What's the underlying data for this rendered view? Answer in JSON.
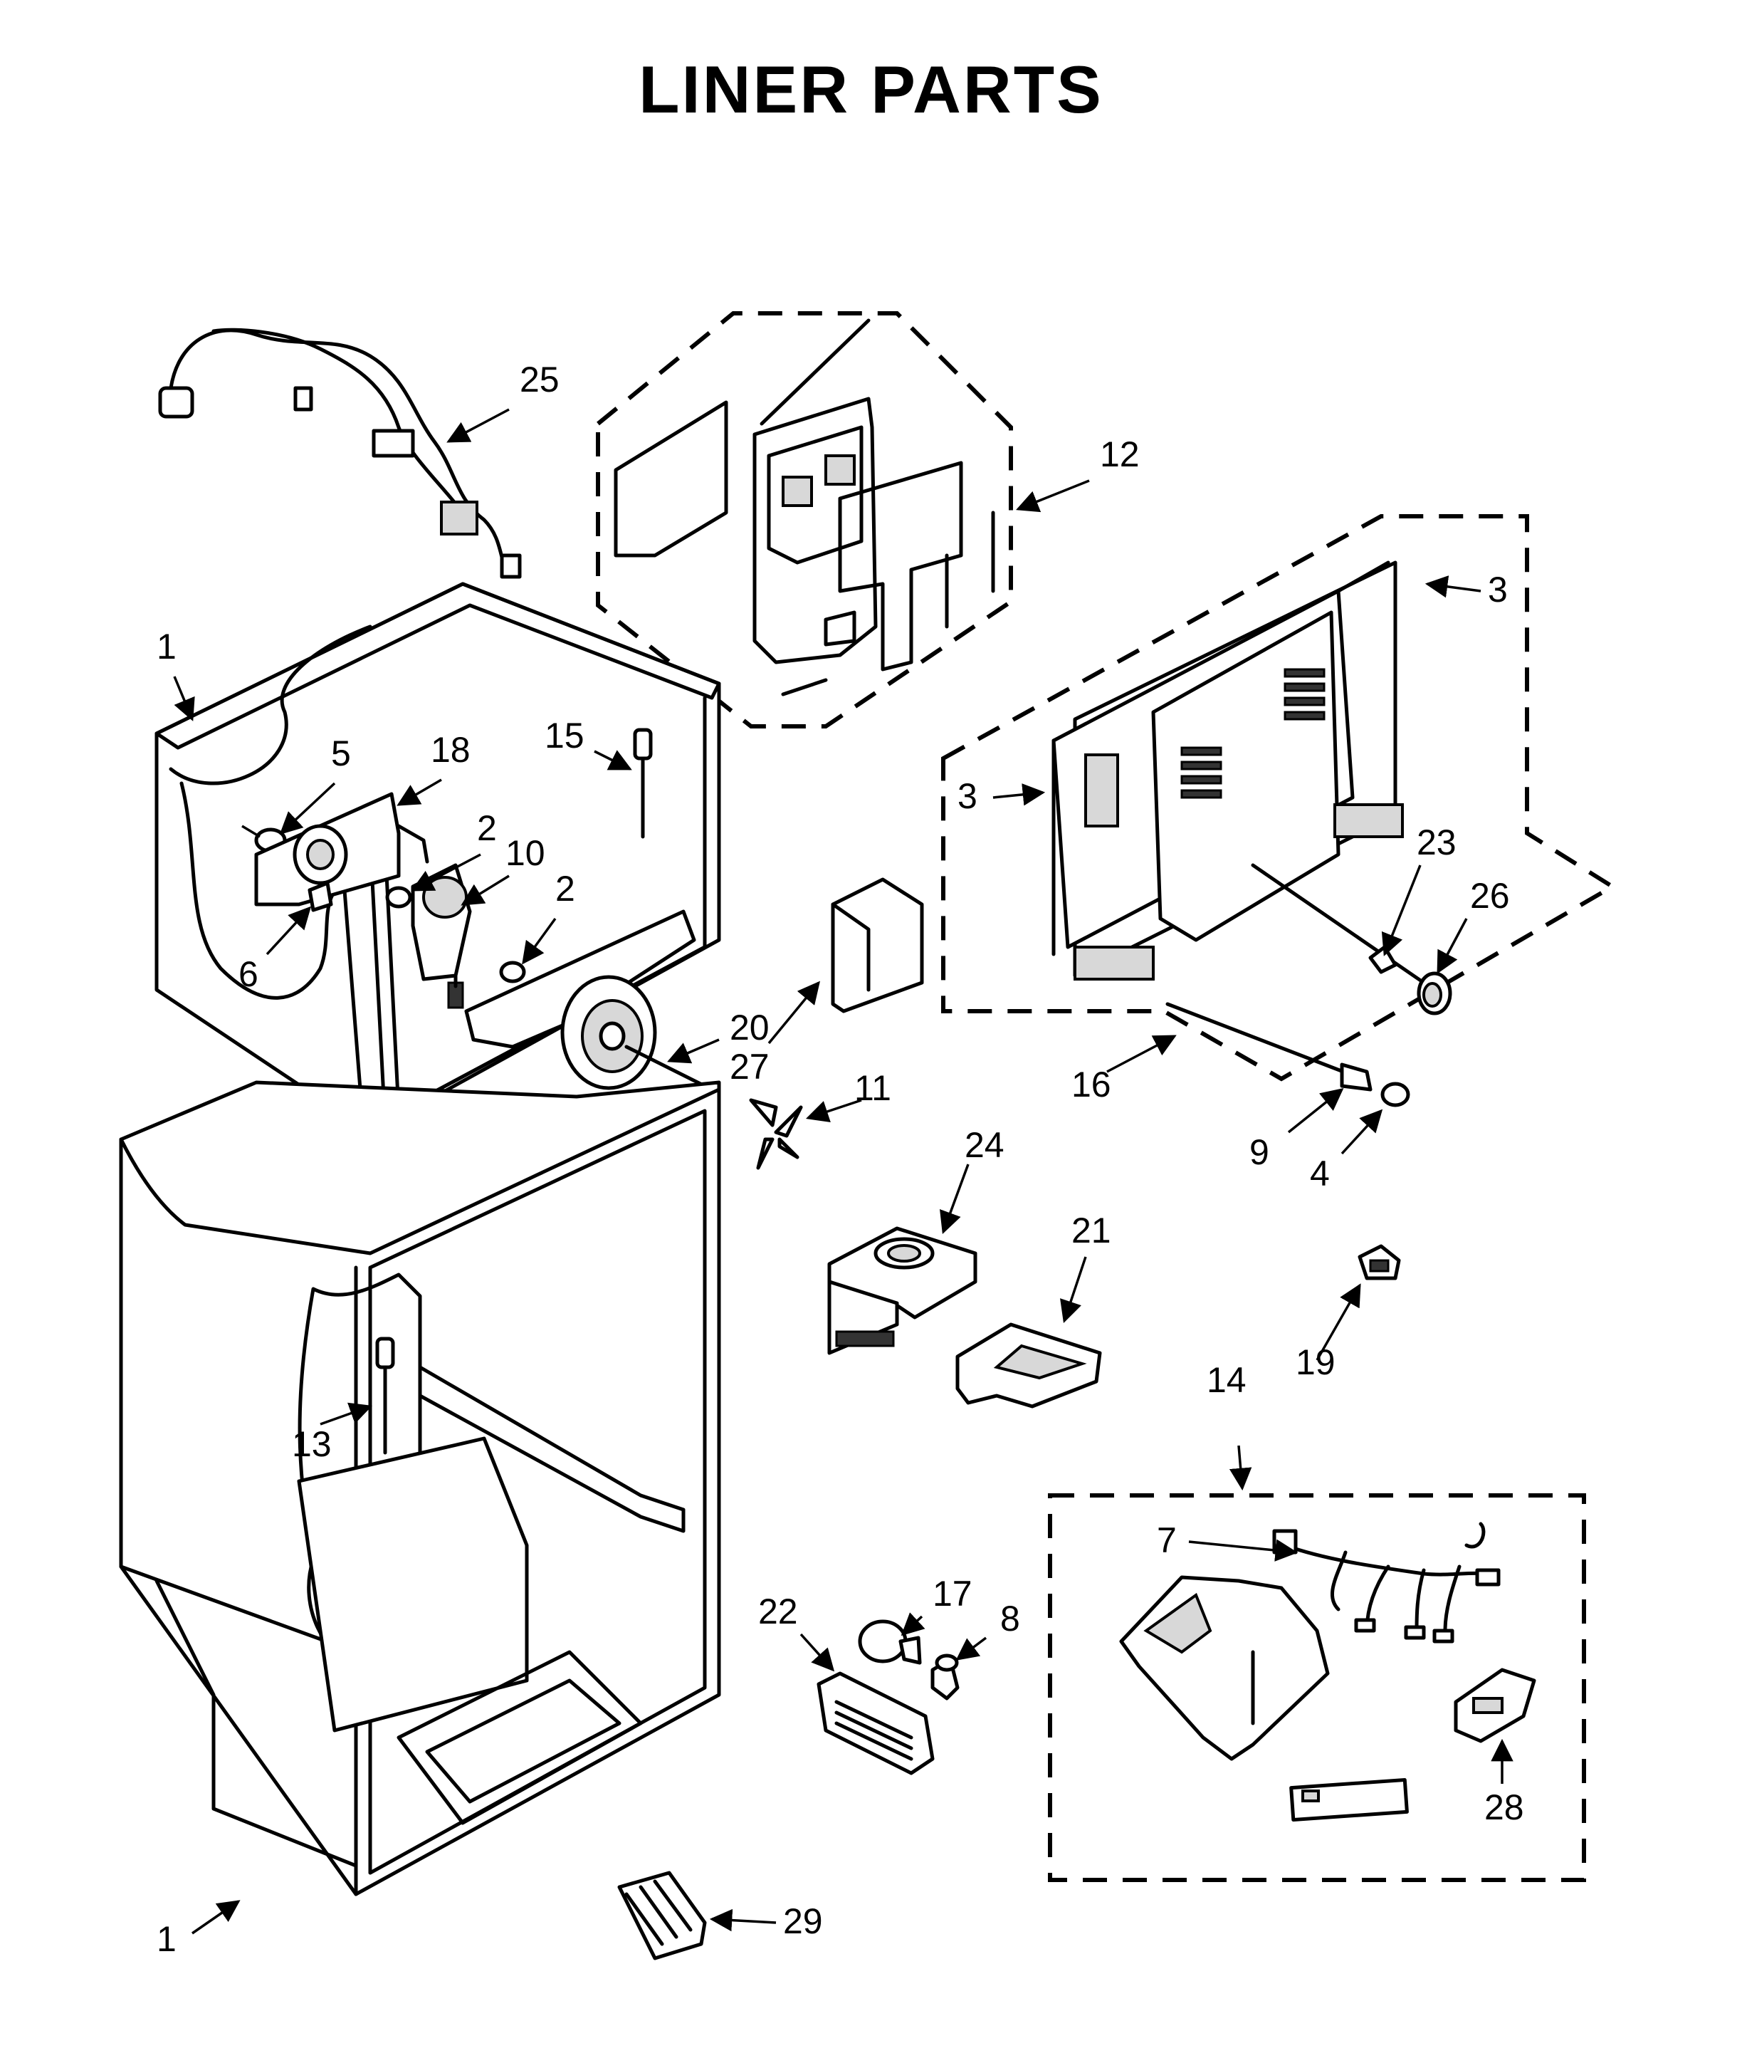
{
  "title": "LINER PARTS",
  "callouts": {
    "c1a": "1",
    "c1b": "1",
    "c2a": "2",
    "c2b": "2",
    "c3a": "3",
    "c3b": "3",
    "c4": "4",
    "c5": "5",
    "c6": "6",
    "c7": "7",
    "c8": "8",
    "c9": "9",
    "c10": "10",
    "c11": "11",
    "c12": "12",
    "c13": "13",
    "c14": "14",
    "c15": "15",
    "c16": "16",
    "c17": "17",
    "c18": "18",
    "c19": "19",
    "c20": "20",
    "c21": "21",
    "c22": "22",
    "c23": "23",
    "c24": "24",
    "c25": "25",
    "c26": "26",
    "c27": "27",
    "c28": "28",
    "c29": "29"
  }
}
